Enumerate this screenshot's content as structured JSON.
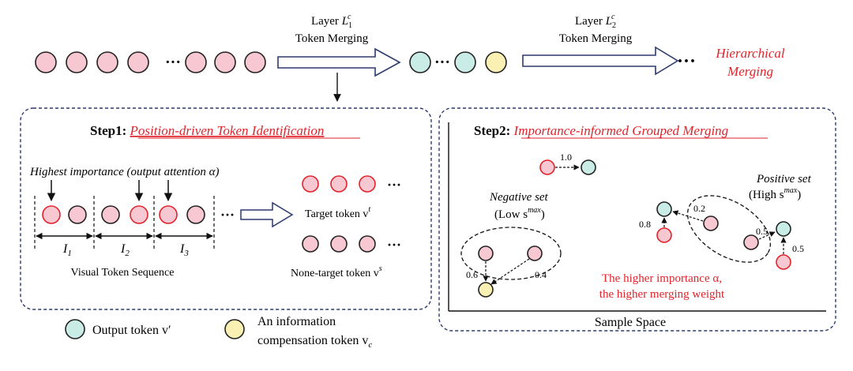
{
  "top": {
    "layer1_line1": "Layer ",
    "layer1_sym": "L",
    "layer1_sub": "1",
    "layer1_sup": "c",
    "layer1_line2": "Token Merging",
    "layer2_line1": "Layer ",
    "layer2_sym": "L",
    "layer2_sub": "2",
    "layer2_sup": "c",
    "layer2_line2": "Token Merging",
    "ellipsis": "···",
    "ellipsis_big": "···",
    "hier_line1": "Hierarchical",
    "hier_line2": "Merging"
  },
  "step1": {
    "title_prefix": "Step1: ",
    "title_main": "Position-driven Token Identification",
    "highest": "Highest importance (output attention α)",
    "i1": "I",
    "i1_sub": "1",
    "i2": "I",
    "i2_sub": "2",
    "i3": "I",
    "i3_sub": "3",
    "seq_label": "Visual Token Sequence",
    "target_label": "Target token v",
    "target_sup": "t",
    "none_target_label": "None-target token v",
    "none_target_sup": "s",
    "ellipsis": "···"
  },
  "step2": {
    "title_prefix": "Step2: ",
    "title_main": "Importance-informed Grouped Merging",
    "w_top": "1.0",
    "neg_line1": "Negative set",
    "neg_line2": "(Low s",
    "neg_sup": "max",
    "neg_close": ")",
    "pos_line1": "Positive set",
    "pos_line2": "(High s",
    "pos_sup": "max",
    "pos_close": ")",
    "w_06": "0.6",
    "w_04": "0.4",
    "w_08": "0.8",
    "w_02": "0.2",
    "w_05a": "0.5",
    "w_05b": "0.5",
    "note_line1": "The higher importance α,",
    "note_line2": "the higher merging weight",
    "axis_label": "Sample Space"
  },
  "legend": {
    "output_label": "Output token v",
    "output_sup": "′",
    "info_line1": "An information",
    "info_line2": "compensation token v",
    "info_sub": "c"
  },
  "colors": {
    "pink": "#f7c7d2",
    "teal": "#c9ece6",
    "yellow": "#fbf0b4",
    "red": "#e0242b",
    "navy": "#2d3a6e"
  }
}
